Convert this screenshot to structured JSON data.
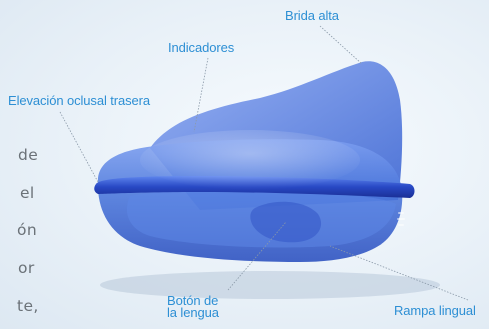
{
  "labels": {
    "brida_alta": "Brida alta",
    "indicadores": "Indicadores",
    "elevacion": "Elevación oclusal trasera",
    "boton_line1": "Botón de",
    "boton_line2": "la lengua",
    "rampa": "Rampa lingual"
  },
  "side_text_fragments": [
    "de",
    "el",
    "ón",
    "or",
    "te,"
  ],
  "colors": {
    "label": "#2d8fd4",
    "device_main": "#3f6fd6",
    "device_dark": "#1f3fae",
    "background": "#eaf1f8"
  }
}
